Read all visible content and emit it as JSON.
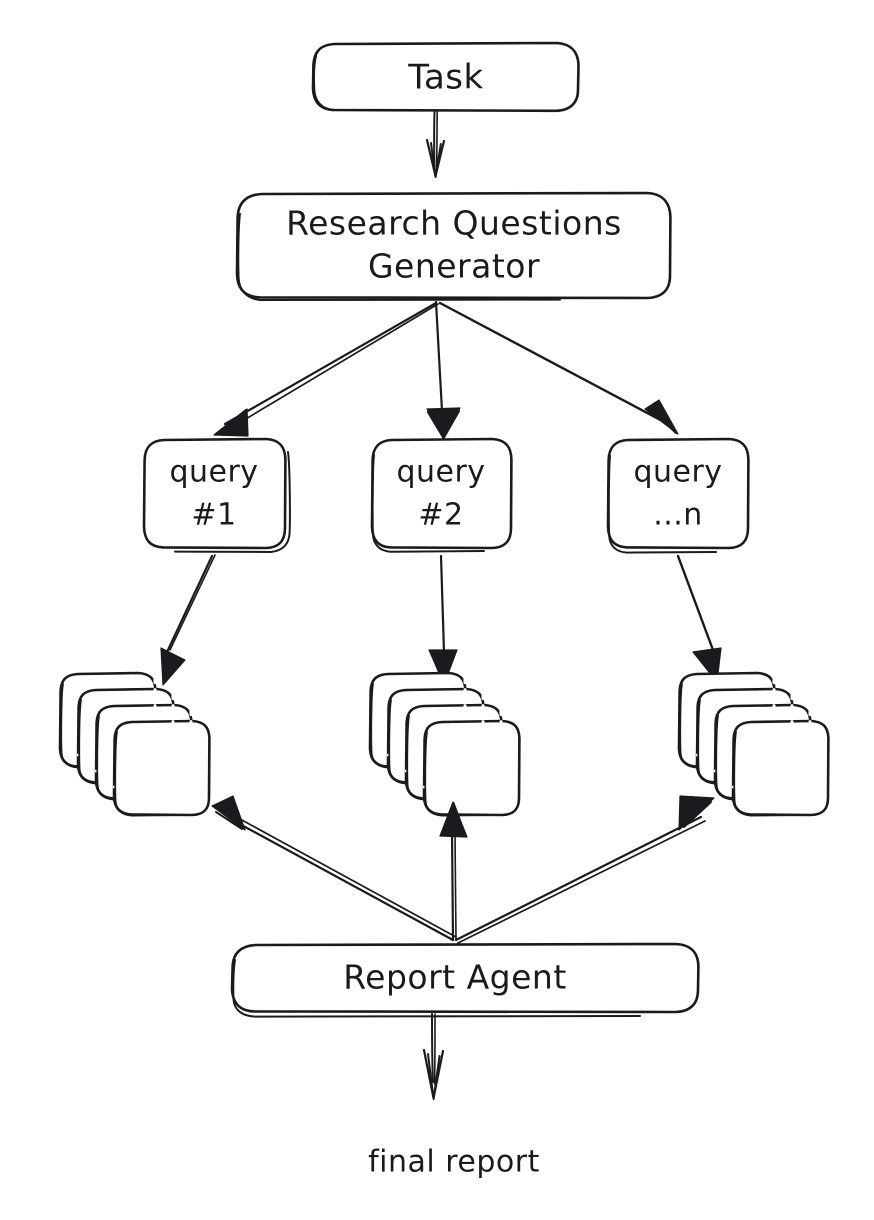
{
  "diagram": {
    "title": "Research agent pipeline flowchart",
    "style": "hand-drawn sketch",
    "background_color": "#ffffff",
    "stroke_color": "#1b1b1f",
    "nodes": {
      "task": {
        "label": "Task"
      },
      "generator": {
        "label_line1": "Research Questions",
        "label_line2": "Generator"
      },
      "query1": {
        "label_line1": "query",
        "label_line2": "#1"
      },
      "query2": {
        "label_line1": "query",
        "label_line2": "#2"
      },
      "query3": {
        "label_line1": "query",
        "label_line2": "...n"
      },
      "results1": {
        "label": "",
        "card_count": 4
      },
      "results2": {
        "label": "",
        "card_count": 4
      },
      "results3": {
        "label": "",
        "card_count": 4
      },
      "report_agent": {
        "label": "Report Agent"
      },
      "final_report": {
        "label": "final report"
      }
    },
    "edges": [
      {
        "from": "task",
        "to": "generator",
        "direction": "down"
      },
      {
        "from": "generator",
        "to": "query1",
        "direction": "down-left"
      },
      {
        "from": "generator",
        "to": "query2",
        "direction": "down"
      },
      {
        "from": "generator",
        "to": "query3",
        "direction": "down-right"
      },
      {
        "from": "query1",
        "to": "results1",
        "direction": "down"
      },
      {
        "from": "query2",
        "to": "results2",
        "direction": "down"
      },
      {
        "from": "query3",
        "to": "results3",
        "direction": "down"
      },
      {
        "from": "report_agent",
        "to": "results1",
        "direction": "up-left"
      },
      {
        "from": "report_agent",
        "to": "results2",
        "direction": "up"
      },
      {
        "from": "report_agent",
        "to": "results3",
        "direction": "up-right"
      },
      {
        "from": "report_agent",
        "to": "final_report",
        "direction": "down"
      }
    ]
  }
}
